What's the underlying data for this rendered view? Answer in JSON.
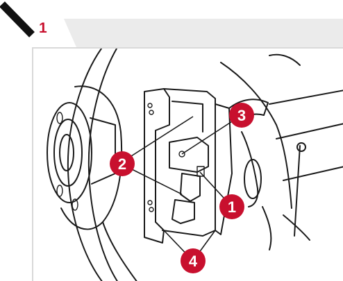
{
  "step": {
    "number": "1"
  },
  "callouts": [
    {
      "label": "1"
    },
    {
      "label": "2"
    },
    {
      "label": "3"
    },
    {
      "label": "4"
    }
  ],
  "colors": {
    "accent": "#c8102e",
    "header_band": "#ebebeb",
    "line_art": "#1a1a1a"
  }
}
